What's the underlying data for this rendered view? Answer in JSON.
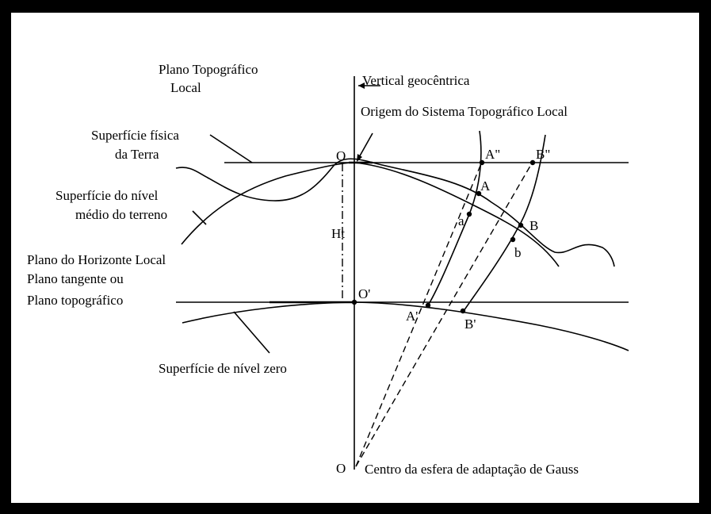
{
  "colors": {
    "frame": "#000000",
    "canvas": "#ffffff",
    "ink": "#000000"
  },
  "labels": {
    "plano_topografico_local_l1": "Plano Topográfico",
    "plano_topografico_local_l2": "Local",
    "vertical_geocentrica": "Vertical geocêntrica",
    "origem_sistema": "Origem do Sistema Topográfico Local",
    "superficie_fisica_l1": "Superfície física",
    "superficie_fisica_l2": "da Terra",
    "superficie_nivel_medio_l1": "Superfície do nível",
    "superficie_nivel_medio_l2": "médio do terreno",
    "plano_horizonte_local": "Plano do Horizonte Local",
    "plano_tangente": "Plano tangente ou",
    "plano_topografico": "Plano topográfico",
    "superficie_nivel_zero": "Superfície de nível zero",
    "centro_esfera": "Centro da esfera de adaptação de Gauss",
    "ht": "Ht"
  },
  "points": {
    "o_top": "O",
    "o_prime": "O'",
    "o_center": "O",
    "a_double_prime": "A\"",
    "b_double_prime": "B\"",
    "a": "A",
    "b": "B",
    "a_lower": "a",
    "b_lower": "b",
    "a_prime": "A'",
    "b_prime": "B'"
  }
}
